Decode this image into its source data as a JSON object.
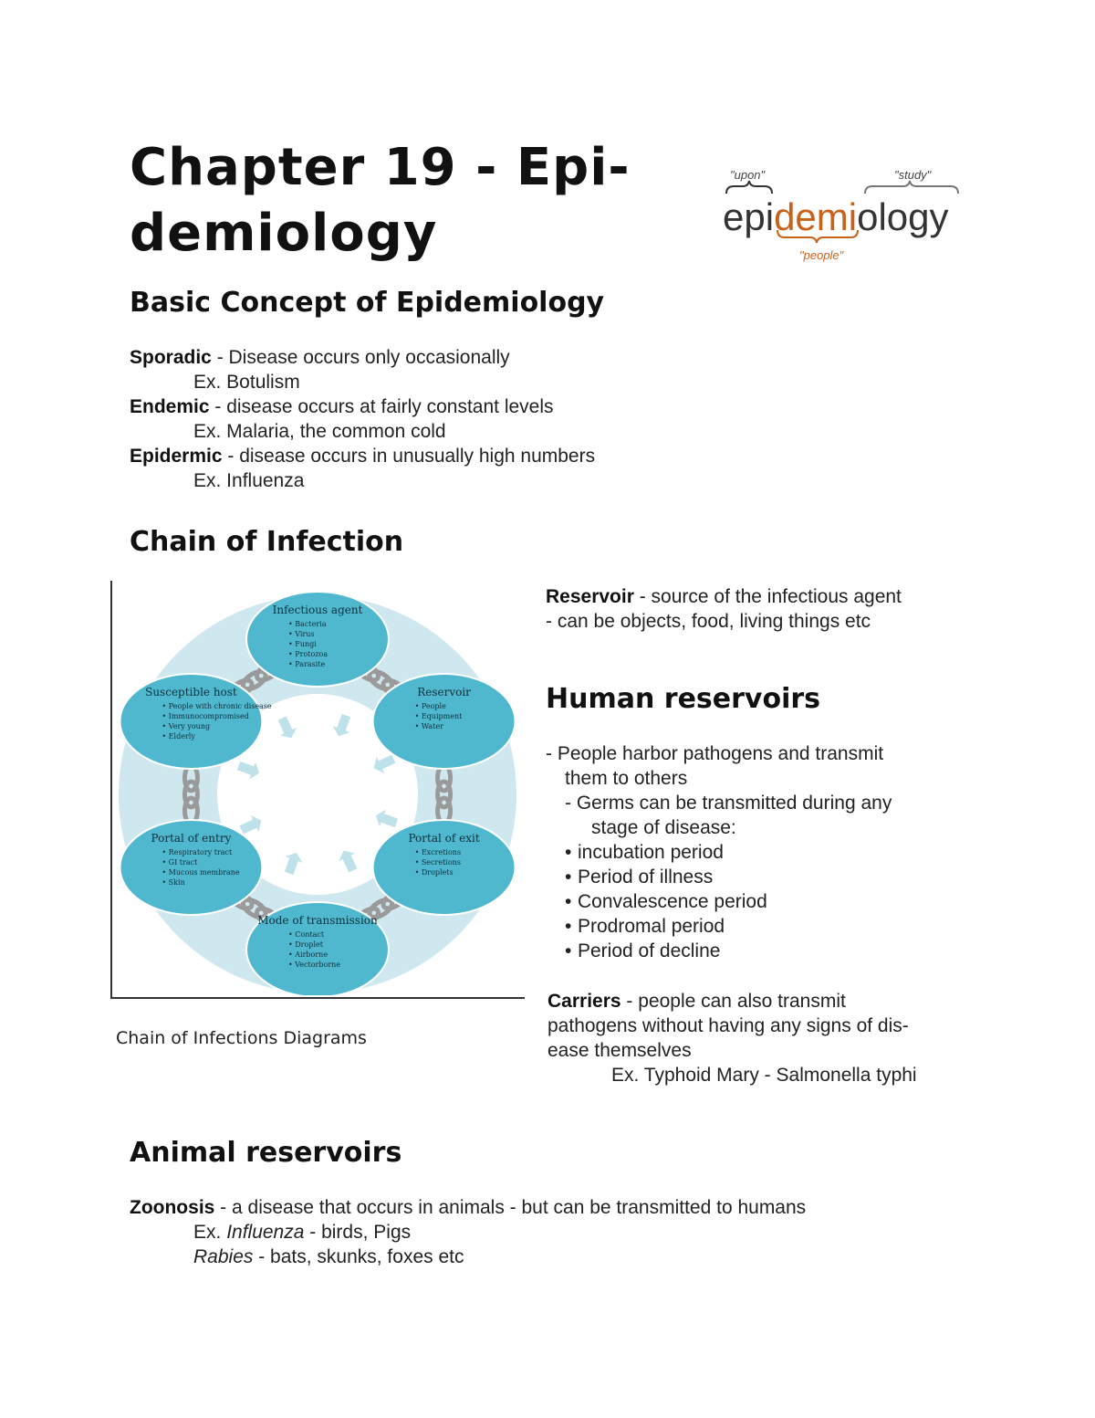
{
  "title": {
    "line1": "Chapter 19 - Epi-",
    "line2": "demiology"
  },
  "logo": {
    "word_prefix": "epi",
    "word_middle": "demi",
    "word_suffix": "ology",
    "note_upon": "\"upon\"",
    "note_study": "\"study\"",
    "note_people": "\"people\""
  },
  "basic": {
    "heading": "Basic Concept of Epidemiology",
    "items": [
      {
        "term": "Sporadic",
        "text": " - Disease occurs only occasionally",
        "example": "Ex. Botulism"
      },
      {
        "term": "Endemic",
        "text": " - disease occurs at fairly constant levels",
        "example": "Ex. Malaria, the common cold"
      },
      {
        "term": "Epidermic",
        "text": " - disease occurs in unusually high numbers",
        "example": "Ex. Influenza"
      }
    ]
  },
  "chain": {
    "heading": "Chain of Infection",
    "caption": "Chain of Infections Diagrams",
    "diagram": {
      "nodes": [
        {
          "title": "Infectious agent",
          "items": [
            "Bacteria",
            "Virus",
            "Fungi",
            "Protozoa",
            "Parasite"
          ]
        },
        {
          "title": "Reservoir",
          "items": [
            "People",
            "Equipment",
            "Water"
          ]
        },
        {
          "title": "Portal of exit",
          "items": [
            "Excretions",
            "Secretions",
            "Droplets"
          ]
        },
        {
          "title": "Mode of transmission",
          "items": [
            "Contact",
            "Droplet",
            "Airborne",
            "Vectorborne"
          ]
        },
        {
          "title": "Portal of entry",
          "items": [
            "Respiratory tract",
            "GI tract",
            "Mucous membrane",
            "Skin"
          ]
        },
        {
          "title": "Susceptible host",
          "items": [
            "People with chronic disease",
            "Immunocompromised",
            "Very young",
            "Elderly"
          ]
        }
      ],
      "colors": {
        "ring": "#cfe8ef",
        "node": "#4fb8cf",
        "chain": "#9a9a9a",
        "arrow": "#bfe1ea"
      }
    }
  },
  "reservoir": {
    "term": "Reservoir",
    "text": " - source of the infectious agent",
    "sub": "-  can be objects, food, living things etc"
  },
  "human": {
    "heading": "Human reservoirs",
    "line1": "- People harbor pathogens and transmit",
    "line2": "them to others",
    "line3": "-  Germs can be transmitted during any",
    "line4": "stage of disease:",
    "stages": [
      "incubation period",
      "Period of illness",
      "Convalescence period",
      "Prodromal period",
      "Period of decline"
    ],
    "carriers_term": "Carriers",
    "carriers_text1": " - people can also transmit",
    "carriers_text2": "pathogens without having any signs of dis-",
    "carriers_text3": "ease themselves",
    "carriers_example": "Ex. Typhoid Mary - Salmonella typhi"
  },
  "animal": {
    "heading": "Animal reservoirs",
    "term": "Zoonosis",
    "text": " - a disease that occurs in animals - but can be transmitted to humans",
    "ex_prefix": "Ex. ",
    "ex1_name": "Influenza",
    "ex1_rest": " - birds, Pigs",
    "ex2_name": "Rabies",
    "ex2_rest": " - bats, skunks, foxes etc"
  }
}
